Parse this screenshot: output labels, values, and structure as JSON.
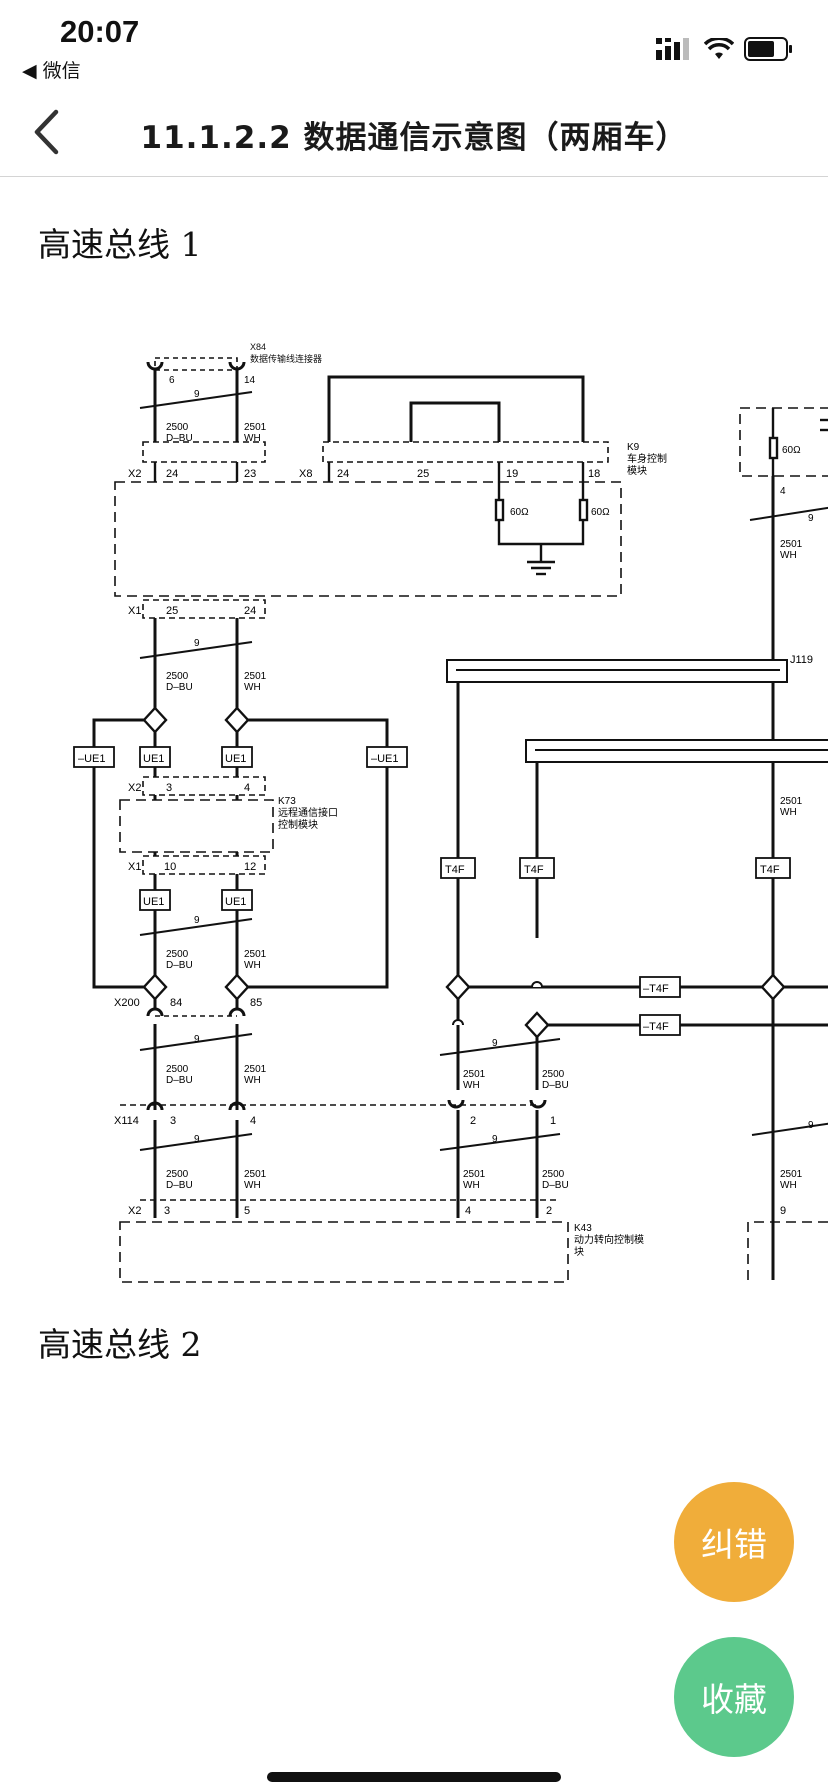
{
  "status_bar": {
    "time": "20:07",
    "back_app": "◀ 微信",
    "icons": [
      "signal-icon",
      "wifi-icon",
      "battery-icon"
    ]
  },
  "nav": {
    "title": "11.1.2.2 数据通信示意图（两厢车）",
    "back_icon": "chevron-left-icon"
  },
  "sections": [
    {
      "title": "高速总线 1"
    },
    {
      "title": "高速总线 2"
    }
  ],
  "diagram": {
    "components": {
      "x84_id": "X84",
      "x84_name": "数据传输线连接器",
      "k9_id": "K9",
      "k9_name_1": "车身控制",
      "k9_name_2": "模块",
      "k73_id": "K73",
      "k73_name_1": "远程通信接口",
      "k73_name_2": "控制模块",
      "k43_id": "K43",
      "k43_name_1": "动力转向控制模",
      "k43_name_2": "块",
      "j119": "J119"
    },
    "connectors": {
      "x2": "X2",
      "x8": "X8",
      "x1": "X1",
      "x200": "X200",
      "x114": "X114"
    },
    "pins": {
      "p6": "6",
      "p14": "14",
      "p24": "24",
      "p23": "23",
      "p25": "25",
      "p19": "19",
      "p18": "18",
      "p3": "3",
      "p4": "4",
      "p10": "10",
      "p12": "12",
      "p84": "84",
      "p85": "85",
      "p2": "2",
      "p1": "1",
      "p5": "5",
      "p9": "9"
    },
    "wires": {
      "w2500": "2500",
      "w2501": "2501",
      "dbu": "D–BU",
      "wh": "WH",
      "twist": "9"
    },
    "resistor": "60Ω",
    "options": {
      "ue1": "UE1",
      "not_ue1": "–UE1",
      "t4f": "T4F",
      "not_t4f": "–T4F"
    }
  },
  "buttons": {
    "correct": "纠错",
    "favorite": "收藏"
  },
  "colors": {
    "correct_button": "#f0ad3a",
    "favorite_button": "#5cc98c"
  }
}
